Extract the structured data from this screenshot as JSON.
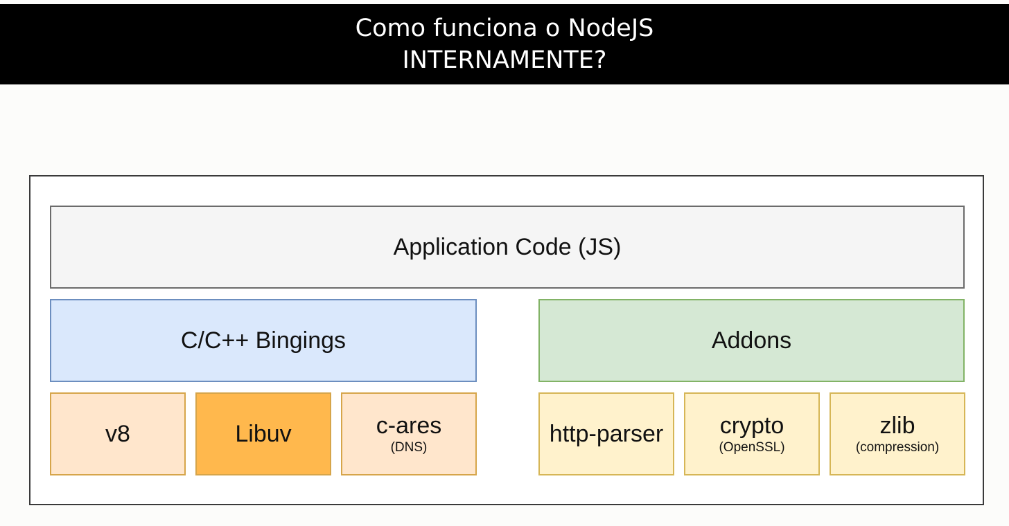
{
  "slide": {
    "title_line1": "Como funciona o NodeJS",
    "title_line2": "INTERNAMENTE?"
  },
  "diagram": {
    "application": "Application Code (JS)",
    "bindings": "C/C++ Bingings",
    "addons": "Addons",
    "deps": [
      {
        "label": "v8",
        "sub": ""
      },
      {
        "label": "Libuv",
        "sub": ""
      },
      {
        "label": "c-ares",
        "sub": "(DNS)"
      },
      {
        "label": "http-parser",
        "sub": ""
      },
      {
        "label": "crypto",
        "sub": "(OpenSSL)"
      },
      {
        "label": "zlib",
        "sub": "(compression)"
      }
    ]
  },
  "colors": {
    "application": "#f5f5f5",
    "bindings": "#dae8fc",
    "addons": "#d5e8d4",
    "dep_peach": "#ffe6cc",
    "dep_orange": "#ffb84d",
    "dep_yellow": "#fff2cc"
  }
}
